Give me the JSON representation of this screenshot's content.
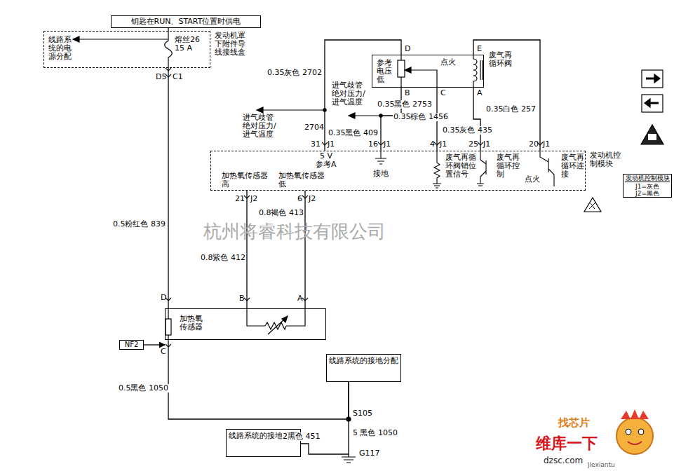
{
  "diagram": {
    "nodes": [
      {
        "text": [
          "钥匙在RUN、START位置时供电"
        ]
      },
      {
        "text": [
          "线路系统的电源分配",
          "熔丝26 15 A",
          "发动机罩下附件导线接线盒"
        ]
      },
      {
        "text": [
          "参考电压低",
          "点火",
          "废气再循环阀"
        ]
      },
      {
        "text": [
          "发动机控制模块"
        ]
      },
      {
        "text": [
          "加热氧传感器"
        ]
      },
      {
        "text": [
          "NF2"
        ]
      },
      {
        "text": [
          "线路系统的接地分配"
        ]
      },
      {
        "text": [
          "线路系统的接地分配"
        ]
      },
      {
        "text": [
          "发动机控制模块",
          "J1=灰色",
          "J2=黑色"
        ]
      }
    ],
    "edges": [
      {
        "from": 0,
        "to": 1,
        "arrow": "none"
      },
      {
        "from": 1,
        "to": 4,
        "label": "0.5粉红色 839",
        "arrow": "none"
      },
      {
        "from": 3,
        "to": 2,
        "label": "0.35灰色 2702",
        "arrow": "none"
      },
      {
        "from": 2,
        "to": 3,
        "label": "0.35黑色 2753",
        "arrow": "none"
      },
      {
        "from": 2,
        "to": 3,
        "label": "0.35棕色 1456",
        "arrow": "none"
      },
      {
        "from": 2,
        "to": 3,
        "label": "0.35灰色 435",
        "arrow": "none"
      },
      {
        "from": 3,
        "to": 2,
        "label": "0.35白色 257",
        "arrow": "none"
      },
      {
        "from": 3,
        "to": 4,
        "label": "0.8紫色 412",
        "arrow": "none"
      },
      {
        "from": 3,
        "to": 4,
        "label": "0.8褐色 413",
        "arrow": "none"
      },
      {
        "from": 5,
        "to": 4,
        "arrow": "to"
      },
      {
        "from": 4,
        "to": 6,
        "label": "0.5黑色 1050",
        "arrow": "none"
      },
      {
        "from": 7,
        "to": 6,
        "label": "2黑色 451",
        "arrow": "none"
      }
    ],
    "labels": [
      "D5",
      "C1",
      "D",
      "2704",
      "进气歧管绝对压力/进气温度",
      "进气歧管绝对压力/进气温度",
      "0.35黑色 409",
      "D",
      "E",
      "B",
      "C",
      "A",
      "31",
      "J1",
      "16",
      "J1",
      "4",
      "J1",
      "25",
      "J1",
      "20",
      "J1",
      "5 V",
      "参考A",
      "加热氧传感器高",
      "加热氧传感器低",
      "接地",
      "废气再循环阀销位置信号",
      "废气再循环控制",
      "点火",
      "废气再循环连接",
      "21",
      "J2",
      "6",
      "J2",
      "B",
      "A",
      "C",
      "S105",
      "5 黑色 1050",
      "G117",
      "杭州将睿科技有限公司",
      "找芯片",
      "维库一下",
      "dzsc.com",
      "jiexiantu"
    ]
  }
}
